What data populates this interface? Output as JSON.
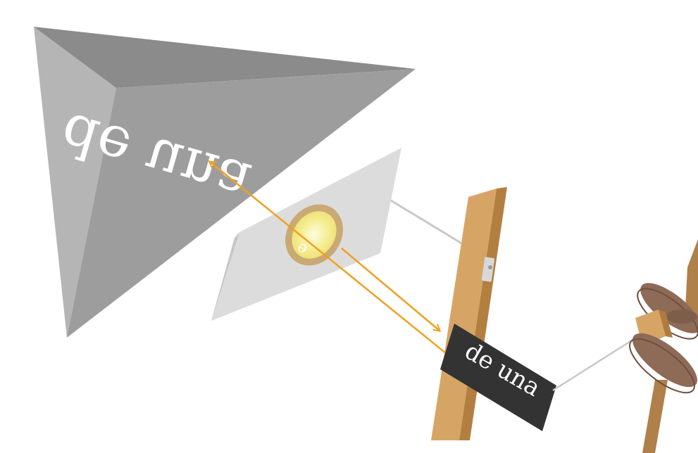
{
  "diagram": {
    "projected_text": "de una",
    "sign_text": "de una",
    "lens_glyph": "e"
  },
  "colors": {
    "background": "#ffffff",
    "prism_light": "#b3b3b3",
    "prism_mid": "#9c9c9c",
    "prism_dark": "#8a8a8a",
    "prism_text": "#ffffff",
    "screen": "#d9d9d9",
    "lens_ring": "#c8a871",
    "lens_glow": "#f2ea8a",
    "ray": "#f0a020",
    "wood": "#d4a263",
    "wood_dark": "#b07c3e",
    "sign_bg": "#333333",
    "sign_text": "#ffffff",
    "clamp": "#8c6a55",
    "wire": "#c8c8c8"
  }
}
